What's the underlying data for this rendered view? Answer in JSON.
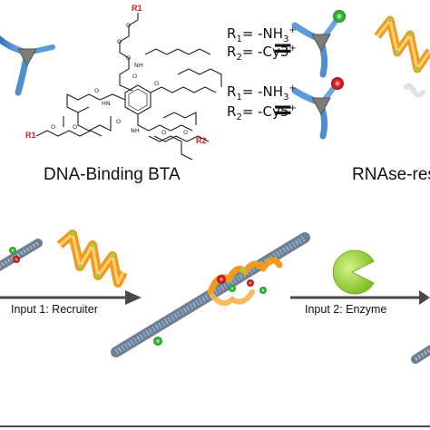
{
  "figure": {
    "r_labels": {
      "r1": "R1",
      "r2": "R2"
    },
    "variants": [
      {
        "r1_sym": "R",
        "r1_sub": "1",
        "r1_val": "= -NH",
        "r1_val_sub": "3",
        "r1_val_sup": "+",
        "r2_sym": "R",
        "r2_sub": "2",
        "r2_val": "= -Cy3",
        "r2_val_sup": "+",
        "equals": "="
      },
      {
        "r1_sym": "R",
        "r1_sub": "1",
        "r1_val": "= -NH",
        "r1_val_sub": "3",
        "r1_val_sup": "+",
        "r2_sym": "R",
        "r2_sub": "2",
        "r2_val": "= -Cy5",
        "r2_val_sup": "+",
        "equals": "="
      }
    ],
    "captions": {
      "left": "DNA-Binding BTA",
      "right": "RNAse-res"
    },
    "arrows": {
      "input1": "Input 1: Recruiter",
      "input2": "Input 2: Enzyme"
    },
    "colors": {
      "green_dye": "#3bbf3b",
      "red_dye": "#e0262a",
      "arm_blue": "#4f8fd0",
      "core_gray": "#7d7d7d",
      "zigzag_orange": "#f29a1e",
      "zigzag_green": "#9bd14a",
      "enzyme": "#9fd13c"
    }
  }
}
